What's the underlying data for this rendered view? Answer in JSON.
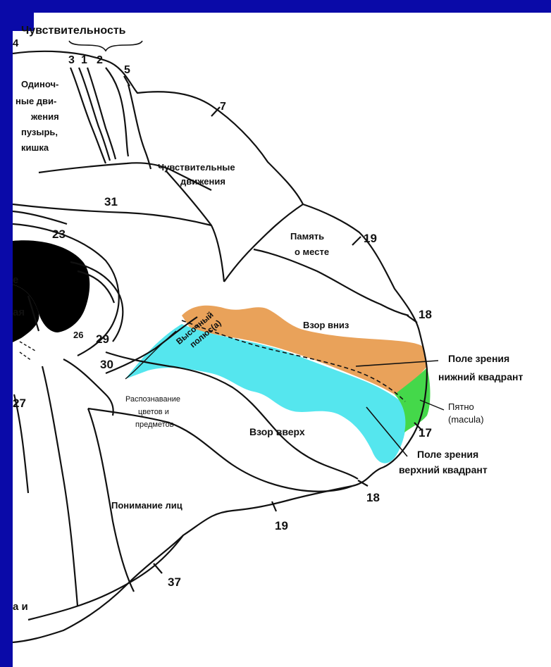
{
  "colors": {
    "background": "#0a0aa8",
    "panel": "#ffffff",
    "lower_quadrant": "#e9a25a",
    "upper_quadrant": "#55e6ee",
    "macula": "#44d84a",
    "ink": "#111111"
  },
  "labels": {
    "sensitivity": "Чувствительность",
    "area_3": "3",
    "area_1": "1",
    "area_2": "2",
    "area_5": "5",
    "area_4": "4",
    "area_7": "7",
    "area_31": "31",
    "area_23": "23",
    "area_19_top": "19",
    "area_18_top": "18",
    "area_26": "26",
    "area_29": "29",
    "area_30": "30",
    "area_27": "27",
    "area_17": "17",
    "area_18_bottom": "18",
    "area_19_bottom": "19",
    "area_37": "37",
    "single_movements": [
      "Одиноч-",
      "ные дви-",
      "жения",
      "пузырь,",
      "кишка"
    ],
    "sensory_movements": [
      "Чувствительные",
      "движения"
    ],
    "place_memory": [
      "Память",
      "о месте"
    ],
    "gaze_down": "Взор вниз",
    "gaze_up": "Взор вверх",
    "color_recognition": [
      "Распознавание",
      "цветов и",
      "предметов"
    ],
    "face_recognition": "Понимание лиц",
    "high_pole": [
      "Высочный",
      "полюс(а)"
    ],
    "lower_field": [
      "Поле зрения",
      "нижний квадрант"
    ],
    "upper_field": [
      "Поле зрения",
      "верхний квадрант"
    ],
    "macula": [
      "Пятно",
      "(macula)"
    ],
    "left_fragment_1": "е",
    "left_fragment_2": "ая",
    "left_fragment_3": "а и"
  }
}
